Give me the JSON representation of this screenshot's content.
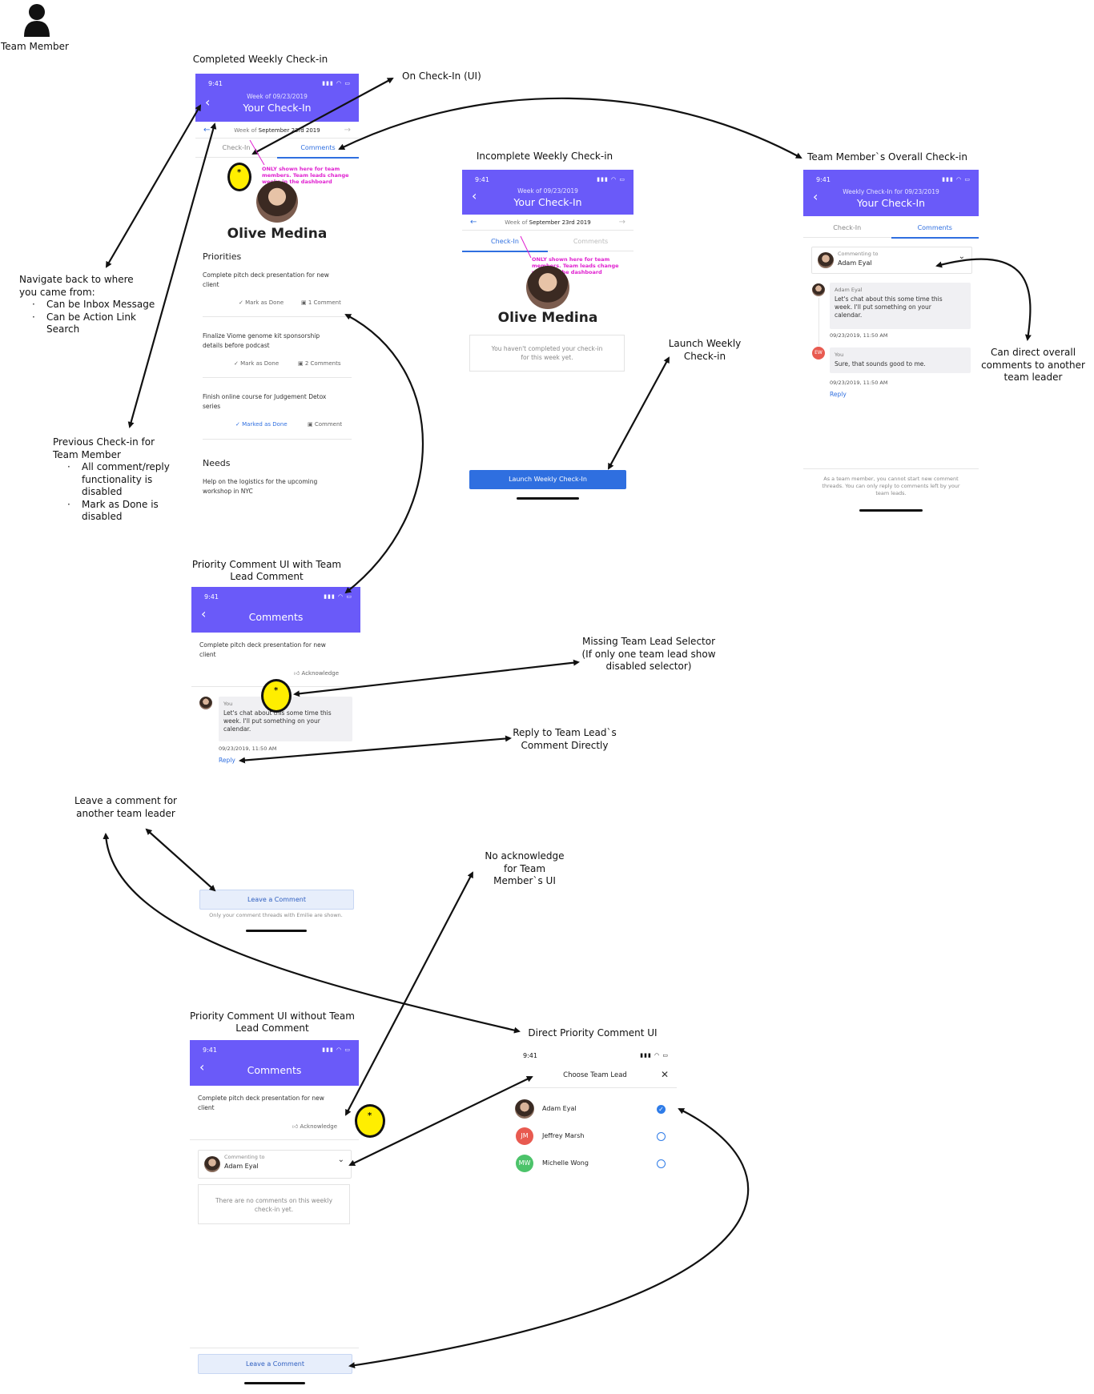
{
  "persona": {
    "label": "Team Member",
    "icon": "person-icon"
  },
  "titles": {
    "completed": "Completed Weekly Check-in",
    "incomplete": "Incomplete Weekly Check-in",
    "overall": "Team Member`s Overall Check-in",
    "priority_with": [
      "Priority Comment UI with Team",
      "Lead Comment"
    ],
    "priority_without": [
      "Priority Comment UI without Team",
      "Lead Comment"
    ],
    "direct": "Direct Priority Comment UI"
  },
  "annotations": {
    "on_checkin": "On Check-In (UI)",
    "nav_back": {
      "lines": [
        "Navigate back to where",
        "you came from:"
      ],
      "items": [
        "Can be Inbox Message",
        "Can be Action Link Search"
      ]
    },
    "previous": {
      "lines": [
        "Previous Check-in for",
        "Team Member"
      ],
      "items": [
        "All comment/reply functionality is disabled",
        "Mark as Done is disabled"
      ]
    },
    "launch": [
      "Launch Weekly",
      "Check-in"
    ],
    "direct_overall": [
      "Can direct overall",
      "comments to another",
      "team leader"
    ],
    "missing_selector": [
      "Missing Team Lead Selector",
      "(If only one team lead show",
      "disabled selector)"
    ],
    "reply_direct": [
      "Reply to Team Lead`s",
      "Comment Directly"
    ],
    "leave_other": [
      "Leave a comment for",
      "another team leader"
    ],
    "no_ack": [
      "No acknowledge",
      "for Team",
      "Member`s UI"
    ]
  },
  "status_time": "9:41",
  "status_icons": "▮▮▮ ◠ ▭",
  "common": {
    "header_week": "Week of 09/23/2019",
    "header_title": "Your Check-In",
    "week_label": "Week of",
    "week_value": "September 23rd 2019",
    "tab_checkin": "Check-In",
    "tab_comments": "Comments",
    "user_name": "Olive Medina",
    "pink_note": [
      "ONLY shown here for team",
      "members. Team leads change",
      "weeks in the dashboard"
    ]
  },
  "completed": {
    "priorities_label": "Priorities",
    "priorities": [
      {
        "text": [
          "Complete pitch deck presentation for new",
          "client"
        ],
        "done": "Mark as Done",
        "comments": "1 Comment"
      },
      {
        "text": [
          "Finalize Viome genome kit sponsorship",
          "details before podcast"
        ],
        "done": "Mark as Done",
        "comments": "2 Comments"
      },
      {
        "text": [
          "Finish online course for Judgement Detox",
          "series"
        ],
        "done": "Marked as Done",
        "comments": "Comment"
      }
    ],
    "needs_label": "Needs",
    "needs_text": [
      "Help on the logistics for the upcoming",
      "workshop in NYC"
    ]
  },
  "incomplete": {
    "empty_text": [
      "You haven't completed your check-in",
      "for this week yet."
    ],
    "launch_button": "Launch Weekly Check-In"
  },
  "overall": {
    "header_week": "Weekly Check-In for 09/23/2019",
    "commenting_to": "Commenting to",
    "lead": "Adam Eyal",
    "lead_name": "Adam Eyal",
    "lead_msg": [
      "Let's chat about this some time this",
      "week. I'll put something on your",
      "calendar."
    ],
    "ts1": "09/23/2019, 11:50 AM",
    "you_initials": "EW",
    "you": "You",
    "you_msg": "Sure, that sounds good to me.",
    "ts2": "09/23/2019, 11:50 AM",
    "reply": "Reply",
    "footer": [
      "As a team member, you cannot start new comment",
      "threads. You can only reply to comments left by your",
      "team leads."
    ]
  },
  "priority_with": {
    "header": "Comments",
    "text": [
      "Complete pitch deck presentation for new",
      "client"
    ],
    "acknowledge": "Acknowledge",
    "who": "You",
    "msg": [
      "Let's chat about this some time this",
      "week. I'll put something on your",
      "calendar."
    ],
    "ts": "09/23/2019, 11:50 AM",
    "reply": "Reply",
    "leave_button": "Leave a Comment",
    "leave_note": "Only your comment threads with Emilie are shown."
  },
  "priority_without": {
    "header": "Comments",
    "text": [
      "Complete pitch deck presentation for new",
      "client"
    ],
    "acknowledge": "Acknowledge",
    "commenting_to": "Commenting to",
    "lead": "Adam Eyal",
    "empty": [
      "There are no comments on this weekly",
      "check-in yet."
    ],
    "leave_button": "Leave a Comment"
  },
  "direct": {
    "title": "Choose Team Lead",
    "close": "✕",
    "leads": [
      {
        "initials": "",
        "name": "Adam Eyal",
        "color": "",
        "selected": true
      },
      {
        "initials": "JM",
        "name": "Jeffrey Marsh",
        "color": "#e85a50",
        "selected": false
      },
      {
        "initials": "MW",
        "name": "Michelle Wong",
        "color": "#4cc36a",
        "selected": false
      }
    ]
  },
  "colors": {
    "accent": "#6a5af9",
    "link": "#2f6fe0",
    "highlight": "#ffee00",
    "note": "#e020d0"
  }
}
